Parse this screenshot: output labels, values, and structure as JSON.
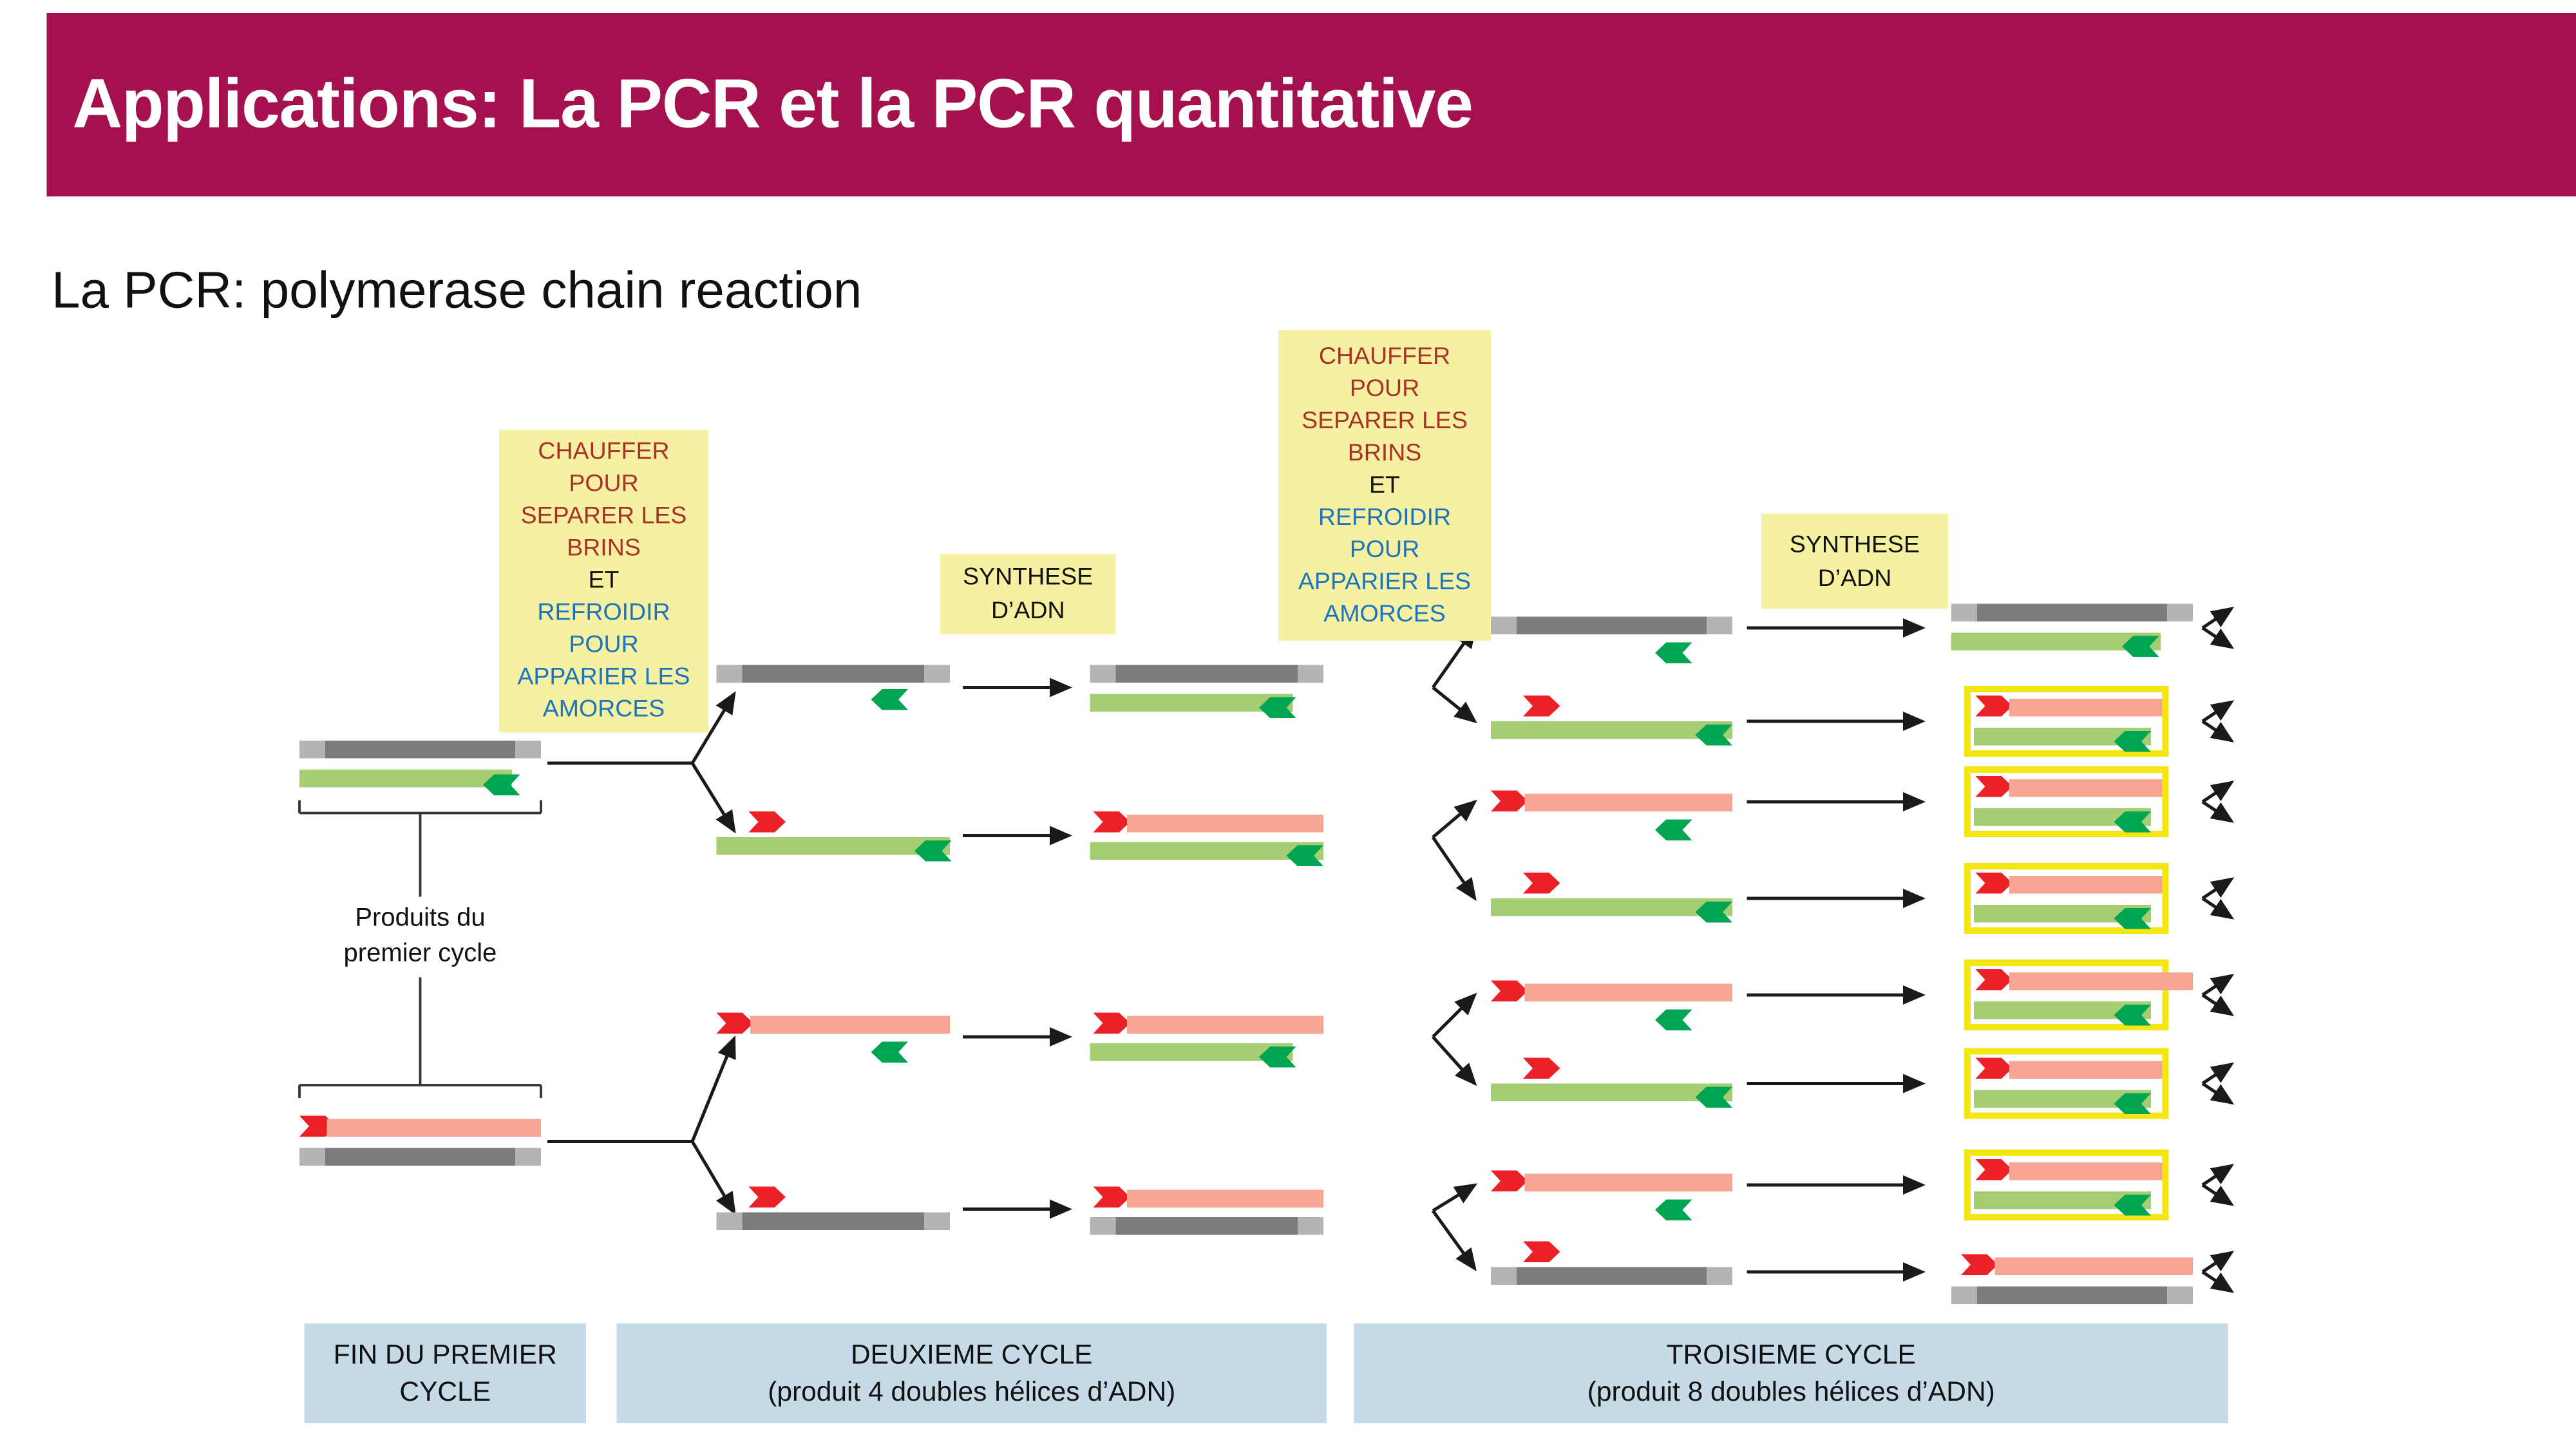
{
  "slide": {
    "title": "Applications: La PCR et la PCR quantitative",
    "subtitle": "La PCR: polymerase chain reaction"
  },
  "diagram": {
    "heat_cool_note": {
      "heat_lines": [
        "CHAUFFER",
        "POUR",
        "SEPARER LES",
        "BRINS"
      ],
      "et_line": "ET",
      "cool_lines": [
        "REFROIDIR",
        "POUR",
        "APPARIER LES",
        "AMORCES"
      ]
    },
    "synthesis_note": [
      "SYNTHESE",
      "D’ADN"
    ],
    "first_cycle_products_label": [
      "Produits du",
      "premier cycle"
    ],
    "cycle_labels": {
      "first": [
        "FIN DU PREMIER",
        "CYCLE"
      ],
      "second": [
        "DEUXIEME CYCLE",
        "(produit 4 doubles hélices d’ADN)"
      ],
      "third": [
        "TROISIEME CYCLE",
        "(produit 8 doubles hélices d’ADN)"
      ]
    },
    "colors": {
      "header_bar": "#A5104E",
      "note_background": "#F6F0A3",
      "note_heat_text": "#A93226",
      "note_cool_text": "#1B75BC",
      "cycle_label_background": "#C7DAE8",
      "original_strand_gray": "#7C7C7C",
      "original_strand_gray_light": "#B4B4B4",
      "new_strand_green": "#A5CD71",
      "green_primer": "#00A551",
      "new_strand_salmon": "#F6A592",
      "red_primer": "#EC2027",
      "highlight_yellow": "#F3E612"
    }
  }
}
